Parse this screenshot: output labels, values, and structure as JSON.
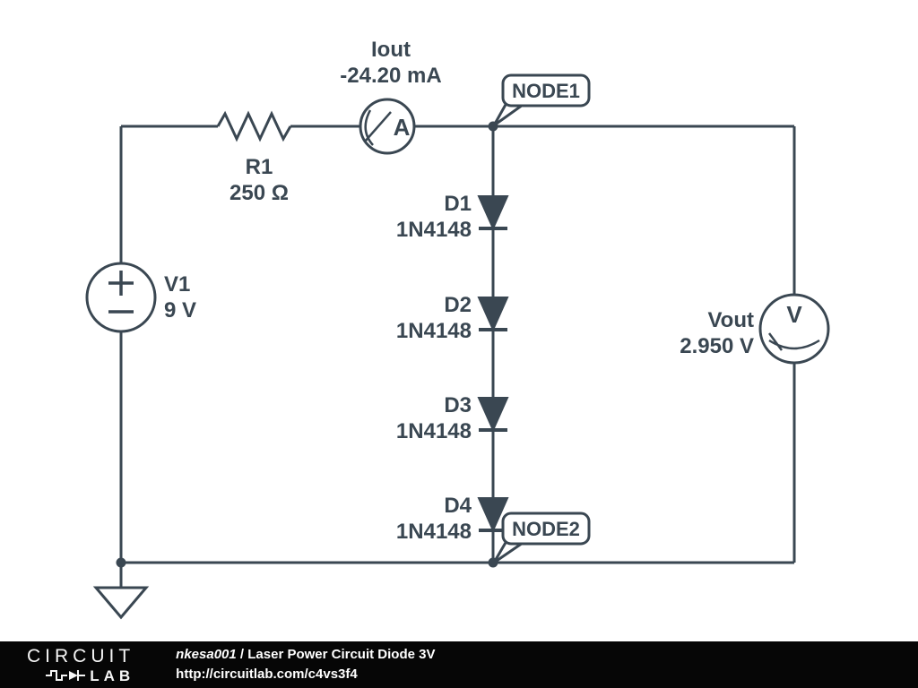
{
  "schematic": {
    "source": {
      "label": "V1",
      "value": "9 V"
    },
    "resistor": {
      "label": "R1",
      "value": "250 Ω"
    },
    "ammeter": {
      "label": "Iout",
      "value": "-24.20 mA",
      "letter": "A"
    },
    "voltmeter": {
      "label": "Vout",
      "value": "2.950 V",
      "letter": "V"
    },
    "diodes": [
      {
        "label": "D1",
        "value": "1N4148"
      },
      {
        "label": "D2",
        "value": "1N4148"
      },
      {
        "label": "D3",
        "value": "1N4148"
      },
      {
        "label": "D4",
        "value": "1N4148"
      }
    ],
    "node_labels": [
      "NODE1",
      "NODE2"
    ]
  },
  "footer": {
    "logo_top": "CIRCUIT",
    "logo_bottom": "LAB",
    "author": "nkesa001",
    "divider": " / ",
    "title": "Laser Power Circuit Diode 3V",
    "url": "http://circuitlab.com/c4vs3f4"
  },
  "colors": {
    "stroke": "#3a4752",
    "background": "#ffffff",
    "footer_bg": "#060606"
  }
}
